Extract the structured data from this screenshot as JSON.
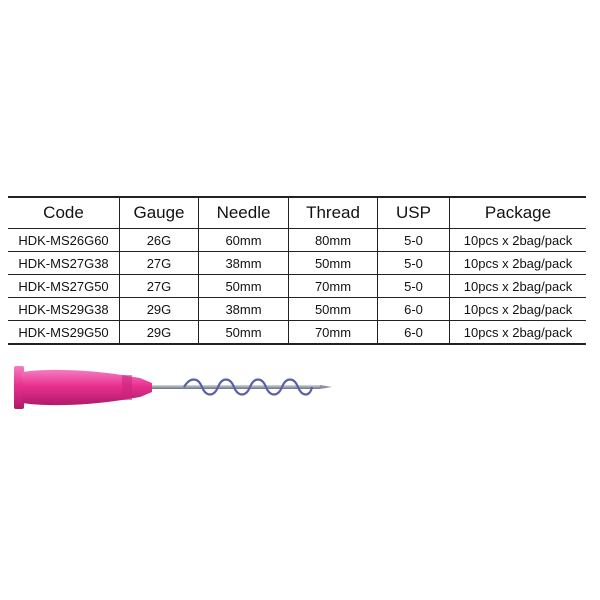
{
  "table": {
    "headers": {
      "code": "Code",
      "gauge": "Gauge",
      "needle": "Needle",
      "thread": "Thread",
      "usp": "USP",
      "package": "Package"
    },
    "rows": [
      {
        "code": "HDK-MS26G60",
        "gauge": "26G",
        "needle": "60mm",
        "thread": "80mm",
        "usp": "5-0",
        "package": "10pcs x 2bag/pack"
      },
      {
        "code": "HDK-MS27G38",
        "gauge": "27G",
        "needle": "38mm",
        "thread": "50mm",
        "usp": "5-0",
        "package": "10pcs x 2bag/pack"
      },
      {
        "code": "HDK-MS27G50",
        "gauge": "27G",
        "needle": "50mm",
        "thread": "70mm",
        "usp": "5-0",
        "package": "10pcs x 2bag/pack"
      },
      {
        "code": "HDK-MS29G38",
        "gauge": "29G",
        "needle": "38mm",
        "thread": "50mm",
        "usp": "6-0",
        "package": "10pcs x 2bag/pack"
      },
      {
        "code": "HDK-MS29G50",
        "gauge": "29G",
        "needle": "50mm",
        "thread": "70mm",
        "usp": "6-0",
        "package": "10pcs x 2bag/pack"
      }
    ]
  },
  "product_image": {
    "icon": "screw-thread-needle-icon",
    "hub_color": "#e8318f",
    "needle_color": "#9aa3b0",
    "thread_color": "#5a5fa8"
  }
}
